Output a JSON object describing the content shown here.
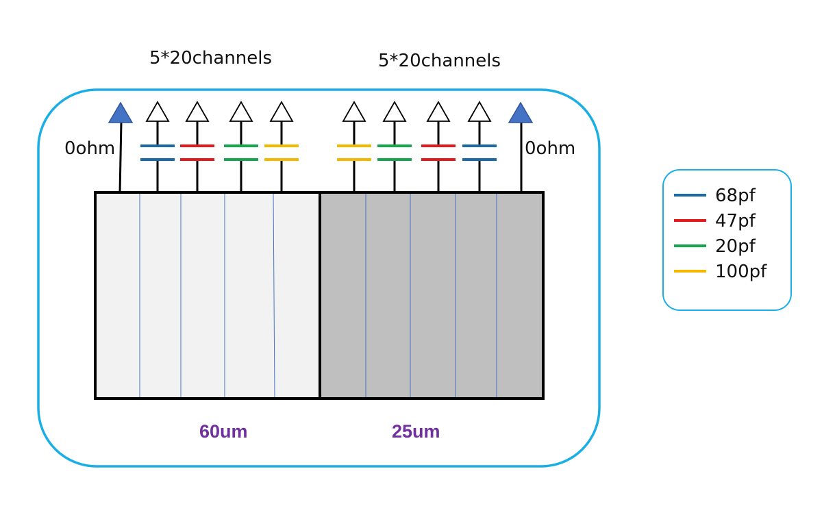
{
  "sensors": [
    {
      "title": "5*20channels",
      "width_label": "60um",
      "fill": "#f2f2f2",
      "end_resistor": "0ohm",
      "capacitors": [
        "68pf",
        "47pf",
        "20pf",
        "100pf"
      ]
    },
    {
      "title": "5*20channels",
      "width_label": "25um",
      "fill": "#bfbfbf",
      "end_resistor": "0ohm",
      "capacitors": [
        "100pf",
        "20pf",
        "47pf",
        "68pf"
      ]
    }
  ],
  "legend": {
    "items": [
      {
        "label": "68pf",
        "color": "#1a6aa8"
      },
      {
        "label": "47pf",
        "color": "#e31a1c"
      },
      {
        "label": "20pf",
        "color": "#14a84a"
      },
      {
        "label": "100pf",
        "color": "#f5b800"
      }
    ]
  },
  "colors": {
    "board_outline": "#1aaee6",
    "grounded_triangle": "#4472c4",
    "strip_line": "#4472c4",
    "width_text": "#7030a0"
  }
}
